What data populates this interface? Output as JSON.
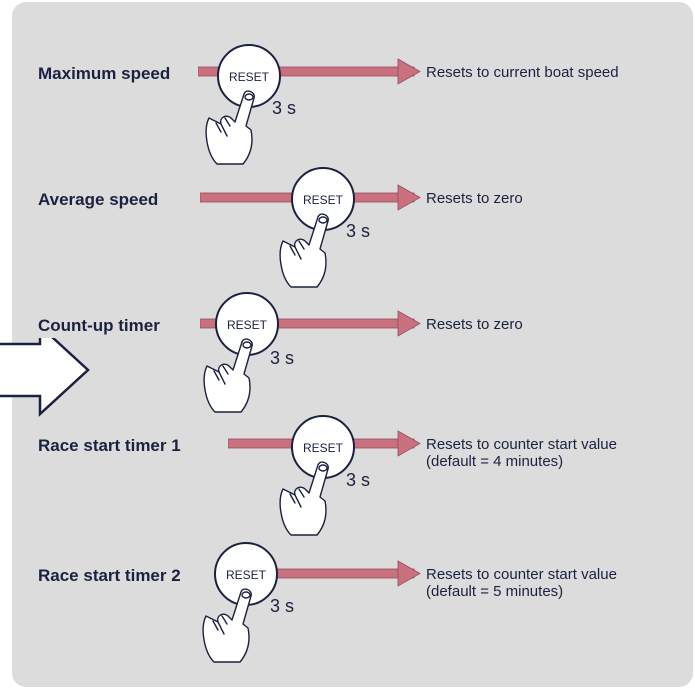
{
  "rows": [
    {
      "label": "Maximum speed",
      "button": "RESET",
      "hold": "3 s",
      "result": [
        "Resets to current boat speed"
      ]
    },
    {
      "label": "Average speed",
      "button": "RESET",
      "hold": "3 s",
      "result": [
        "Resets to zero"
      ]
    },
    {
      "label": "Count-up timer",
      "button": "RESET",
      "hold": "3 s",
      "result": [
        "Resets to zero"
      ]
    },
    {
      "label": "Race start timer 1",
      "button": "RESET",
      "hold": "3 s",
      "result": [
        "Resets to counter start value",
        "(default = 4 minutes)"
      ]
    },
    {
      "label": "Race start timer 2",
      "button": "RESET",
      "hold": "3 s",
      "result": [
        "Resets to counter start value",
        "(default = 5 minutes)"
      ]
    }
  ],
  "colors": {
    "arrow": "#c9717f",
    "panel": "#dcdcdd",
    "text": "#1a2240"
  }
}
